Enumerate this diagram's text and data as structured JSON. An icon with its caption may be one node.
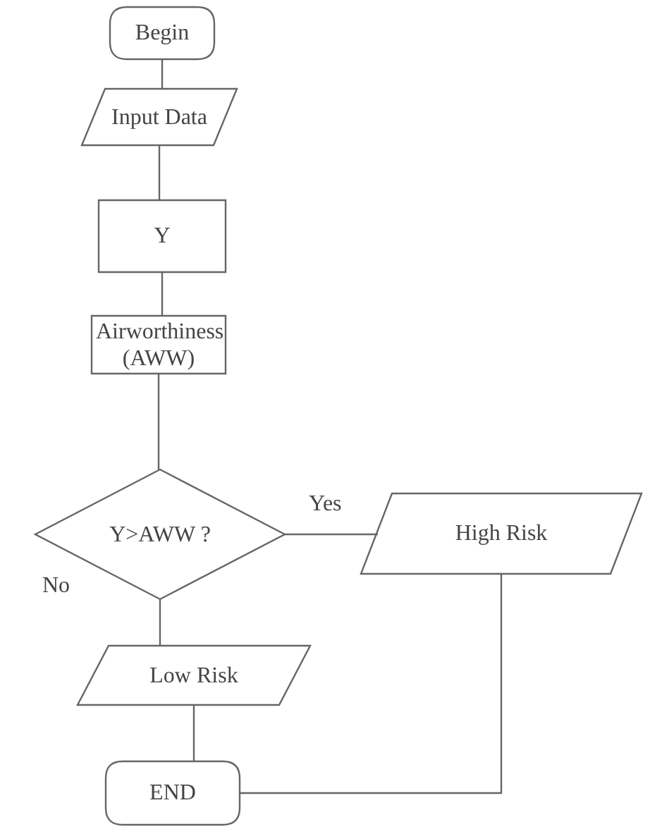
{
  "diagram": {
    "nodes": [
      {
        "text": [
          "Begin"
        ]
      },
      {
        "text": [
          "Input Data"
        ]
      },
      {
        "text": [
          "Y"
        ]
      },
      {
        "text": [
          "Airworthiness (AWW)"
        ]
      },
      {
        "text": [
          "Y>AWW ?"
        ]
      },
      {
        "text": [
          "High Risk"
        ]
      },
      {
        "text": [
          "Low Risk"
        ]
      },
      {
        "text": [
          "END"
        ]
      }
    ],
    "edges": [
      {
        "from": 0,
        "to": 1,
        "arrow": "none"
      },
      {
        "from": 1,
        "to": 2,
        "arrow": "none"
      },
      {
        "from": 2,
        "to": 3,
        "arrow": "none"
      },
      {
        "from": 3,
        "to": 4,
        "arrow": "none"
      },
      {
        "from": 4,
        "to": 5,
        "arrow": "none",
        "label": "Yes"
      },
      {
        "from": 4,
        "to": 6,
        "arrow": "none",
        "label": "No"
      },
      {
        "from": 6,
        "to": 7,
        "arrow": "none"
      },
      {
        "from": 5,
        "to": 7,
        "arrow": "none"
      }
    ]
  }
}
